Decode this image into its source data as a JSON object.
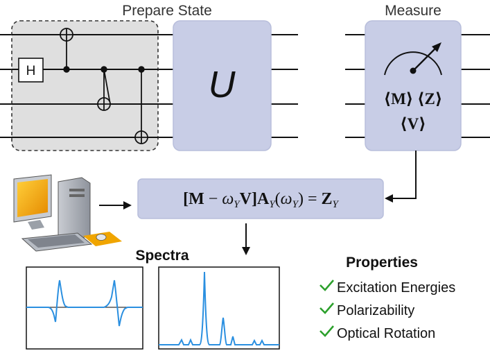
{
  "circuit": {
    "prepare_title": "Prepare State",
    "measure_title": "Measure",
    "hadamard_label": "H",
    "unitary_label": "U",
    "observables_line1": "⟨M⟩ ⟨Z⟩",
    "observables_line2": "⟨V⟩"
  },
  "equation": {
    "open_bracket": "[",
    "M": "M",
    "minus": " − ",
    "omega": "ω",
    "sub_Y": "Y",
    "V": "V",
    "close_bracket": "]",
    "A": "A",
    "arg_open": "(",
    "arg_close": ")",
    "equals": " = ",
    "Z": "Z"
  },
  "spectra": {
    "title": "Spectra"
  },
  "properties": {
    "title": "Properties",
    "items": [
      "Excitation Energies",
      "Polarizability",
      "Optical Rotation"
    ]
  },
  "colors": {
    "gate_fill": "#c8cde6",
    "gate_stroke": "#b8bedb",
    "prep_fill": "#d9d9d9",
    "spectrum_line": "#2a8fe0",
    "check": "#2ca02c"
  }
}
